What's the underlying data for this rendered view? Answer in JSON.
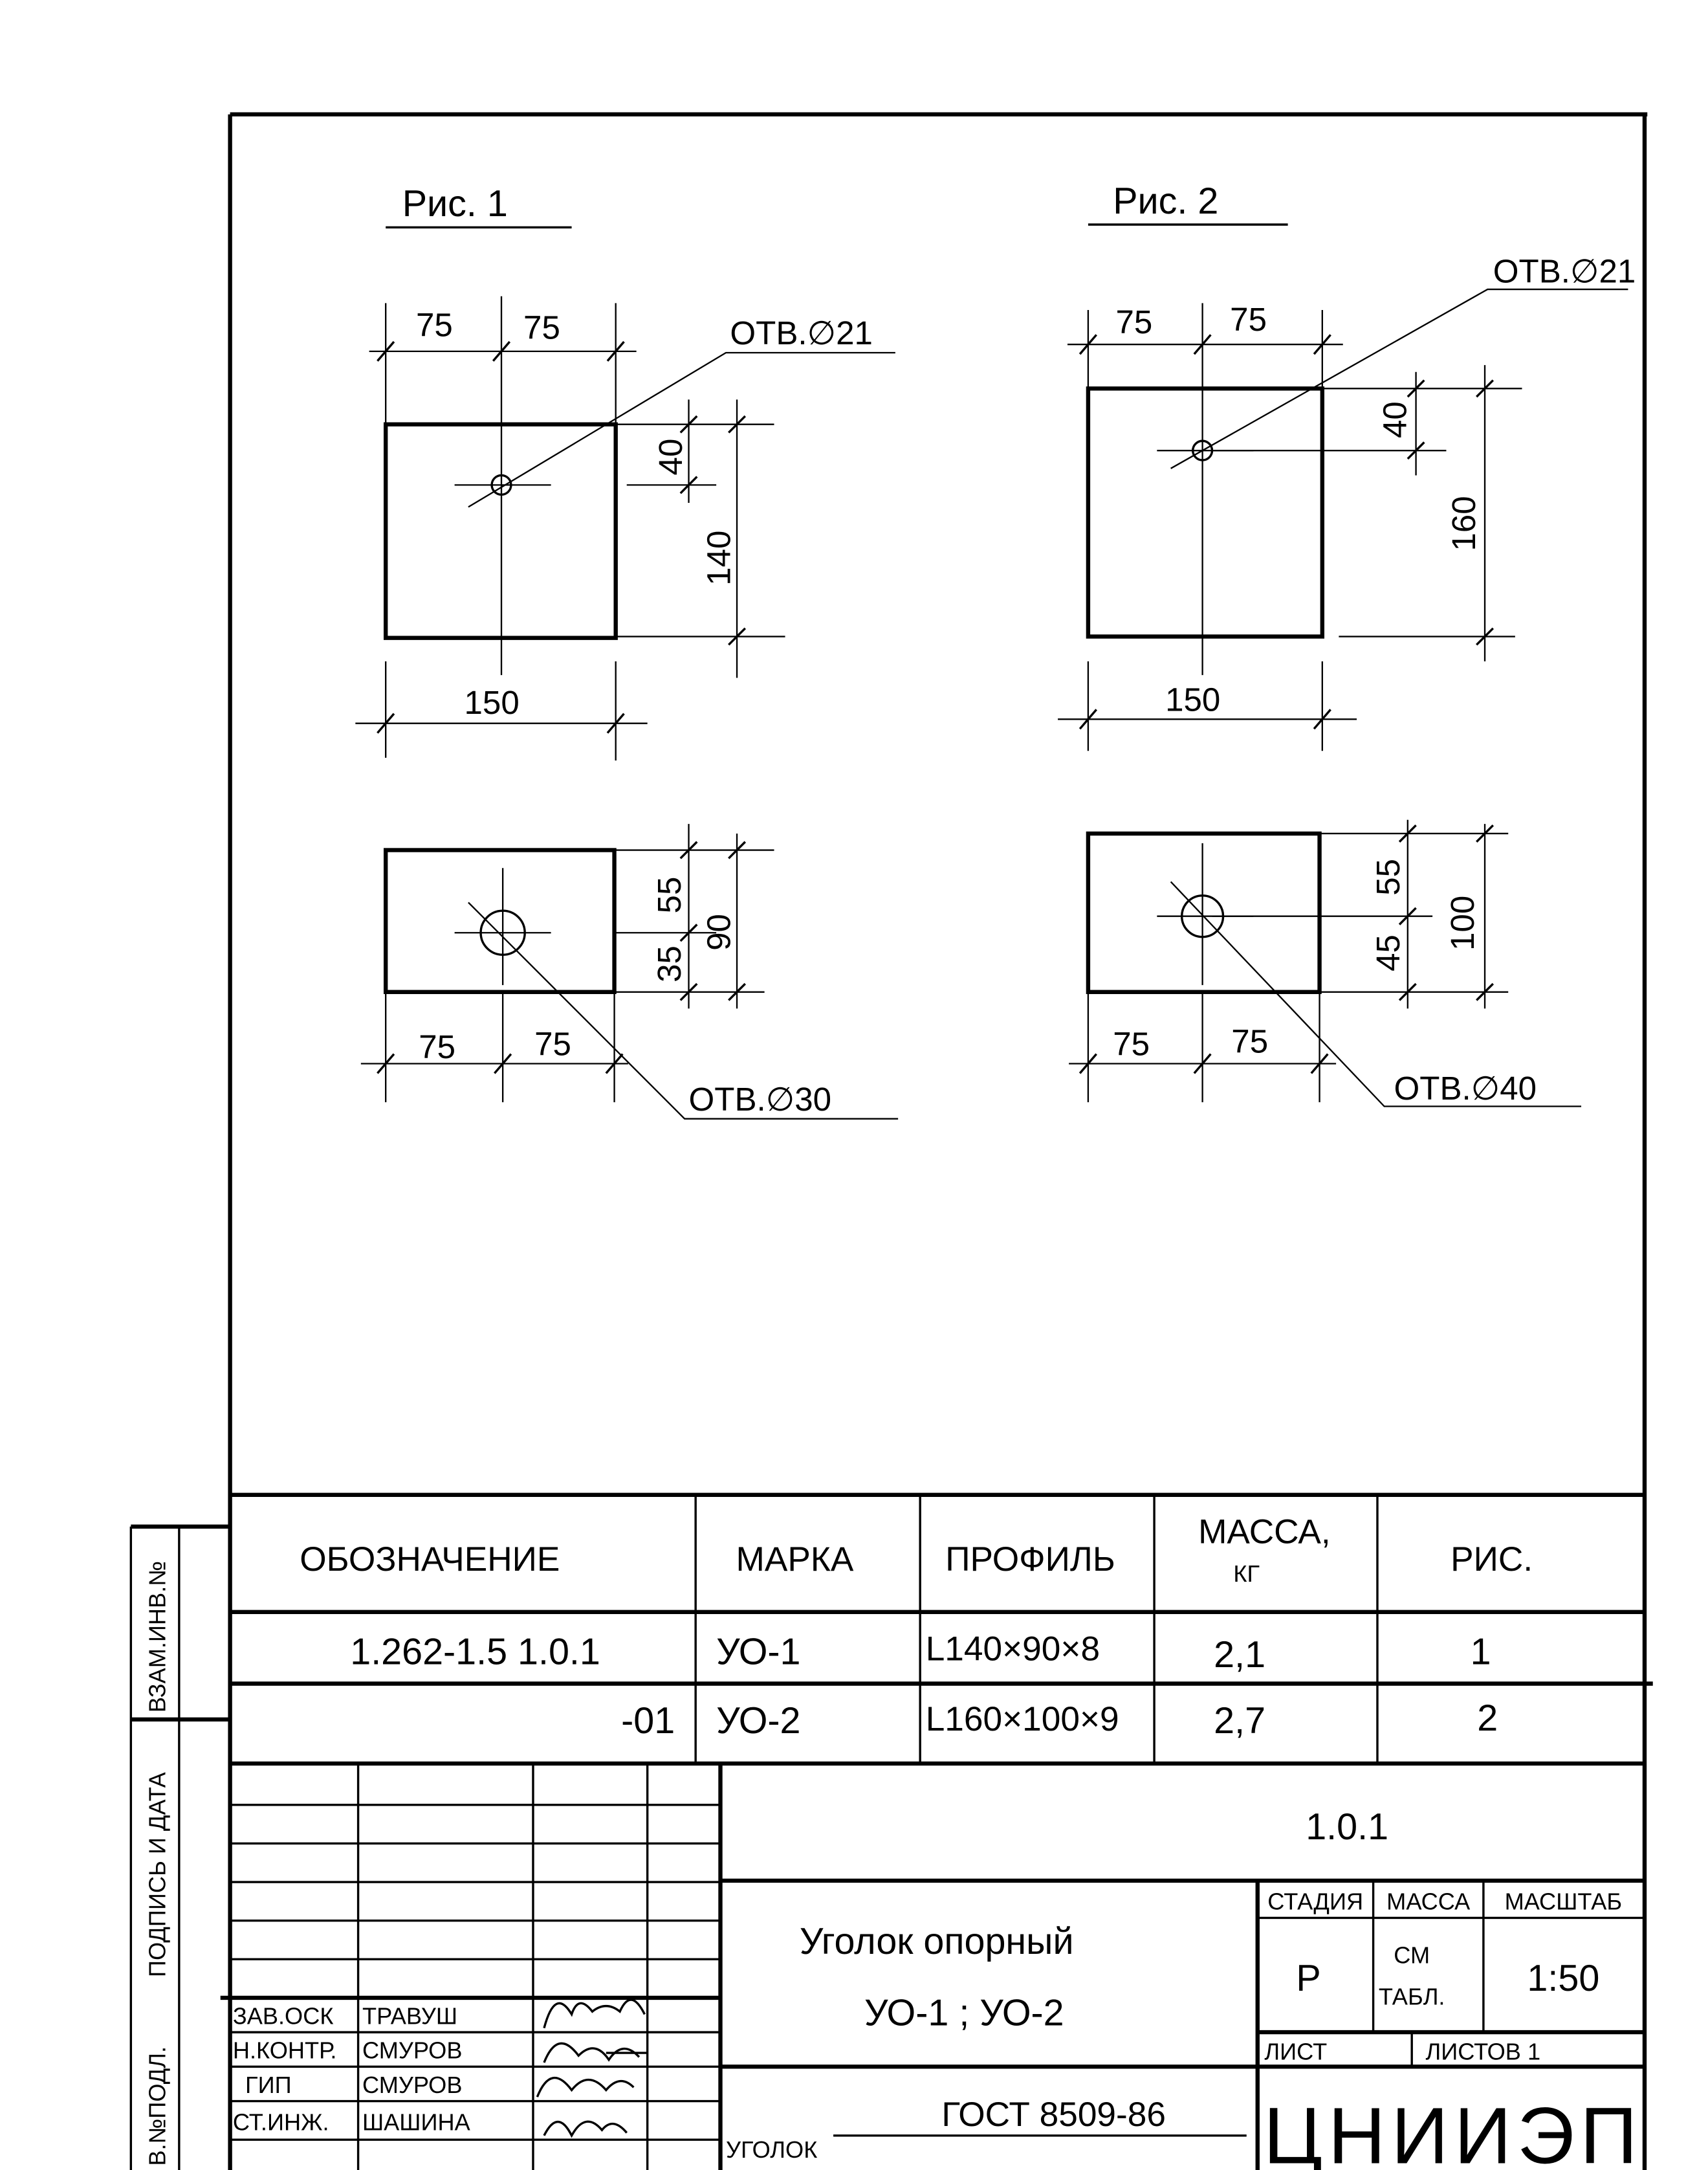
{
  "figures": {
    "fig1": {
      "title": "Рис. 1",
      "top_view": {
        "dim_left": "75",
        "dim_right": "75",
        "hole": "ОТВ.∅21",
        "dim_hole": "40",
        "dim_height": "140",
        "dim_width": "150"
      },
      "side_view": {
        "dim_top": "55",
        "dim_bottom": "35",
        "dim_height": "90",
        "dim_left": "75",
        "dim_right": "75",
        "hole": "ОТВ.∅30"
      }
    },
    "fig2": {
      "title": "Рис. 2",
      "top_view": {
        "dim_left": "75",
        "dim_right": "75",
        "hole": "ОТВ.∅21",
        "dim_hole": "40",
        "dim_height": "160",
        "dim_width": "150"
      },
      "side_view": {
        "dim_top": "55",
        "dim_bottom": "45",
        "dim_height": "100",
        "dim_left": "75",
        "dim_right": "75",
        "hole": "ОТВ.∅40"
      }
    }
  },
  "spec_table": {
    "headers": [
      "ОБОЗНАЧЕНИЕ",
      "МАРКА",
      "ПРОФИЛЬ",
      "МАССА,",
      "КГ",
      "РИС."
    ],
    "rows": [
      [
        "1.262-1.5 1.0.1",
        "УО-1",
        "L140×90×8",
        "2,1",
        "1"
      ],
      [
        "-01",
        "УО-2",
        "L160×100×9",
        "2,7",
        "2"
      ]
    ]
  },
  "side_strip": {
    "inv_replace": "ВЗАМ.ИНВ.№",
    "sign_date": "ПОДПИСЬ И ДАТА",
    "inv_orig": "В.№ПОДЛ."
  },
  "title_block": {
    "doc_code": "1.0.1",
    "title_line1": "Уголок опорный",
    "title_line2": "УО-1 ; УО-2",
    "stage_label": "СТАДИЯ",
    "mass_label": "МАССА",
    "scale_label": "МАСШТАБ",
    "stage": "Р",
    "mass_line1": "СМ",
    "mass_line2": "ТАБЛ.",
    "scale": "1:50",
    "sheet_label": "ЛИСТ",
    "sheets_label": "ЛИСТОВ 1",
    "organization": "ЦНИИЭП",
    "material_label": "УГОЛОК",
    "material_standard": "ГОСТ 8509-86",
    "staff": [
      {
        "role": "ЗАВ.ОСК",
        "name": "ТРАВУШ"
      },
      {
        "role": "Н.КОНТР.",
        "name": "СМУРОВ"
      },
      {
        "role": "ГИП",
        "name": "СМУРОВ"
      },
      {
        "role": "СТ.ИНЖ.",
        "name": "ШАШИНА"
      }
    ]
  }
}
